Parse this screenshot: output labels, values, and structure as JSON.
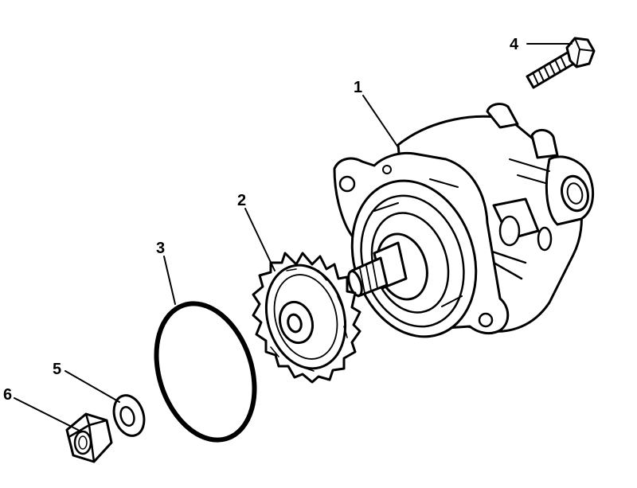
{
  "diagram": {
    "callouts": [
      {
        "number": "1",
        "part": "pump-housing"
      },
      {
        "number": "2",
        "part": "drive-gear"
      },
      {
        "number": "3",
        "part": "o-ring"
      },
      {
        "number": "4",
        "part": "bolt"
      },
      {
        "number": "5",
        "part": "washer"
      },
      {
        "number": "6",
        "part": "nut"
      }
    ],
    "colors": {
      "ink": "#000000",
      "paper": "#ffffff"
    }
  }
}
